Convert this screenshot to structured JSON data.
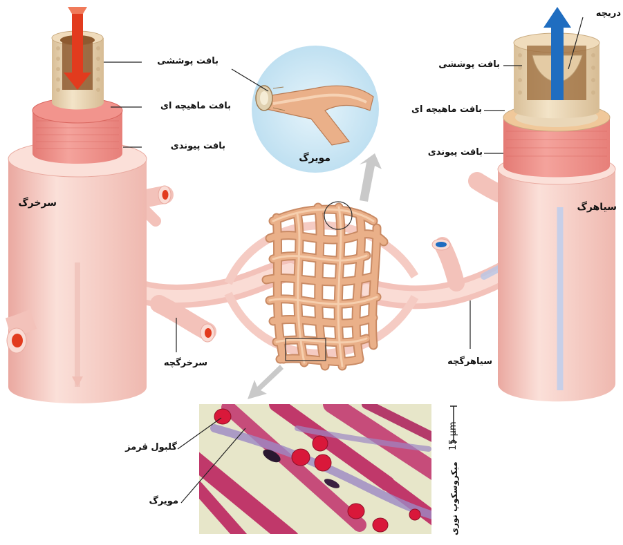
{
  "labels": {
    "artery": "سرخرگ",
    "vein": "سیاهرگ",
    "capillary_inset": "مویرگ",
    "arteriole": "سرخرگچه",
    "venule": "سیاهرگچه",
    "valve": "دریچه",
    "artery_layers": {
      "epithelial": "بافت پوششی",
      "muscular": "بافت ماهیچه ای",
      "connective": "بافت پیوندی"
    },
    "vein_layers": {
      "epithelial": "بافت پوششی",
      "muscular": "بافت ماهیچه ای",
      "connective": "بافت پیوندی"
    },
    "micrograph": {
      "red_blood_cell": "گلبول قرمز",
      "capillary": "مویرگ",
      "scale": "15 µm",
      "caption": "میکروسکوپ نوری"
    }
  },
  "colors": {
    "vessel_outer": "#f6cfc6",
    "vessel_shadow": "#e9aaa0",
    "muscle": "#ee8c86",
    "epithelium": "#ead7b8",
    "capillary": "#eab089",
    "artery_arrow": "#e23b1e",
    "vein_arrow": "#1f6dc0",
    "inset_bg": "#cfe8f5",
    "micro_bg": "#e7e6c9",
    "micro_cell": "#d9183a"
  }
}
